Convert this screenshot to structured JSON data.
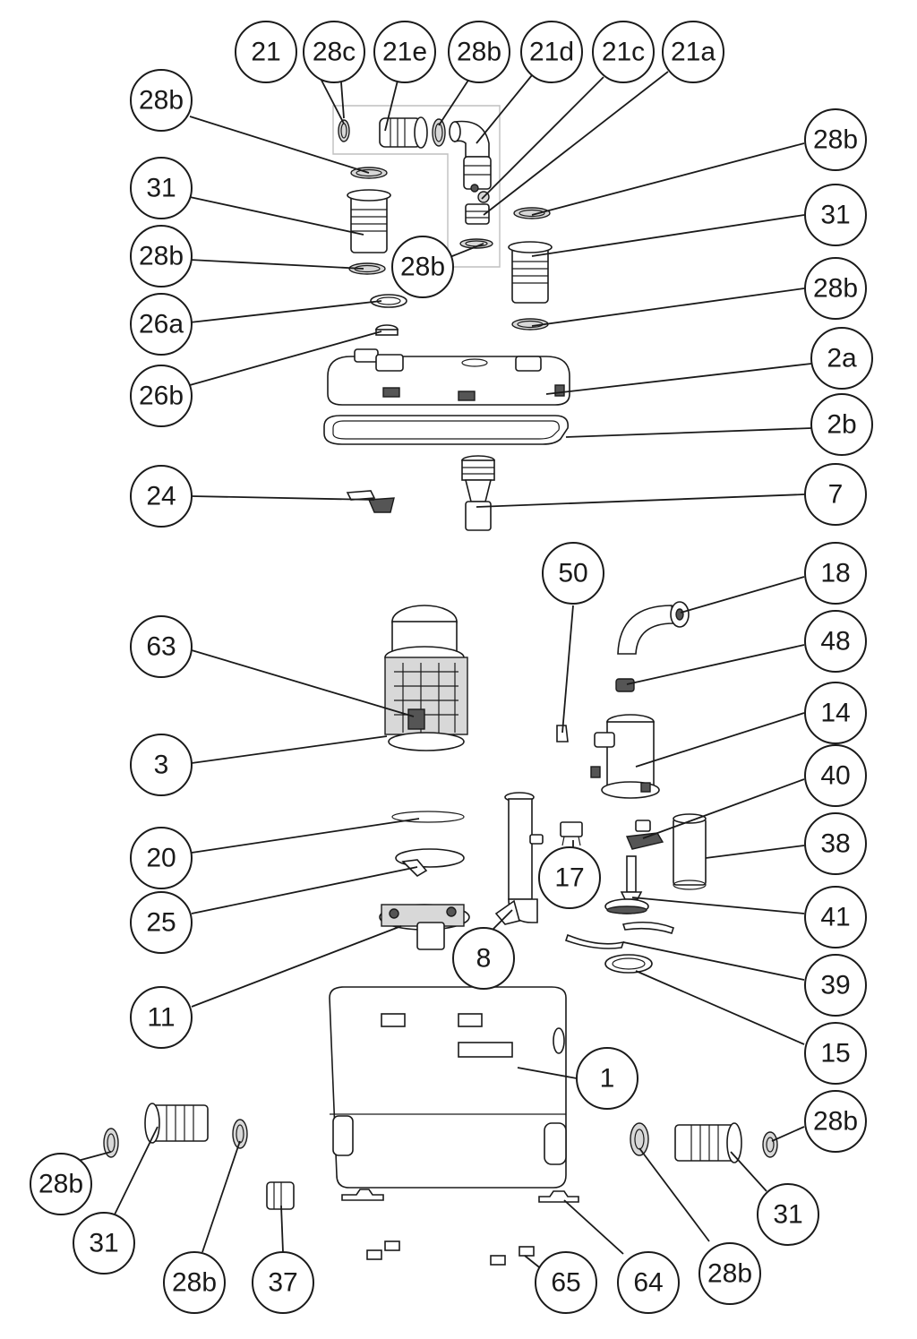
{
  "diagram": {
    "callouts": [
      {
        "id": "c21",
        "label": "21"
      },
      {
        "id": "c28c",
        "label": "28c"
      },
      {
        "id": "c21e",
        "label": "21e"
      },
      {
        "id": "c28b_top",
        "label": "28b"
      },
      {
        "id": "c21d",
        "label": "21d"
      },
      {
        "id": "c21c",
        "label": "21c"
      },
      {
        "id": "c21a",
        "label": "21a"
      },
      {
        "id": "c28b_l1",
        "label": "28b"
      },
      {
        "id": "c31_l",
        "label": "31"
      },
      {
        "id": "c28b_l2",
        "label": "28b"
      },
      {
        "id": "c26a",
        "label": "26a"
      },
      {
        "id": "c26b",
        "label": "26b"
      },
      {
        "id": "c28b_mid",
        "label": "28b"
      },
      {
        "id": "c28b_r1",
        "label": "28b"
      },
      {
        "id": "c31_r",
        "label": "31"
      },
      {
        "id": "c28b_r2",
        "label": "28b"
      },
      {
        "id": "c2a",
        "label": "2a"
      },
      {
        "id": "c2b",
        "label": "2b"
      },
      {
        "id": "c24",
        "label": "24"
      },
      {
        "id": "c7",
        "label": "7"
      },
      {
        "id": "c50",
        "label": "50"
      },
      {
        "id": "c18",
        "label": "18"
      },
      {
        "id": "c48",
        "label": "48"
      },
      {
        "id": "c63",
        "label": "63"
      },
      {
        "id": "c14",
        "label": "14"
      },
      {
        "id": "c3",
        "label": "3"
      },
      {
        "id": "c40",
        "label": "40"
      },
      {
        "id": "c20",
        "label": "20"
      },
      {
        "id": "c38",
        "label": "38"
      },
      {
        "id": "c17",
        "label": "17"
      },
      {
        "id": "c25",
        "label": "25"
      },
      {
        "id": "c41",
        "label": "41"
      },
      {
        "id": "c8",
        "label": "8"
      },
      {
        "id": "c39",
        "label": "39"
      },
      {
        "id": "c11",
        "label": "11"
      },
      {
        "id": "c15",
        "label": "15"
      },
      {
        "id": "c1",
        "label": "1"
      },
      {
        "id": "c28b_br",
        "label": "28b"
      },
      {
        "id": "c28b_bl1",
        "label": "28b"
      },
      {
        "id": "c31_br",
        "label": "31"
      },
      {
        "id": "c31_bl",
        "label": "31"
      },
      {
        "id": "c28b_bl2",
        "label": "28b"
      },
      {
        "id": "c37",
        "label": "37"
      },
      {
        "id": "c65",
        "label": "65"
      },
      {
        "id": "c64",
        "label": "64"
      },
      {
        "id": "c28b_b",
        "label": "28b"
      }
    ]
  }
}
